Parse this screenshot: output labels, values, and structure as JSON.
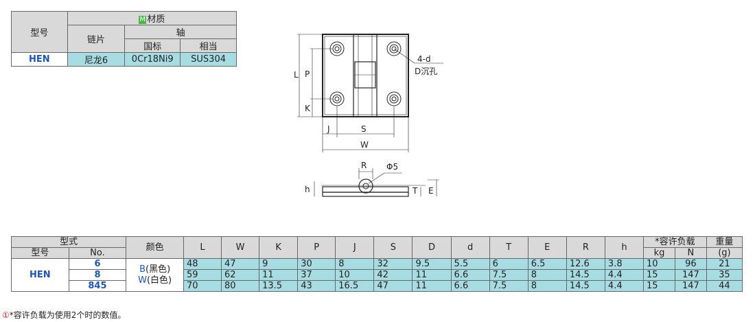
{
  "material_table": {
    "h_model": "型号",
    "h_material_badge": "M",
    "h_material": "材质",
    "h_link": "链片",
    "h_shaft": "轴",
    "h_gb": "国标",
    "h_equiv": "相当",
    "row": {
      "model": "HEN",
      "link": "尼龙6",
      "gb": "0Cr18Ni9",
      "equiv": "SUS304"
    }
  },
  "drawing": {
    "labels": {
      "L": "L",
      "P": "P",
      "K": "K",
      "J": "J",
      "S": "S",
      "W": "W",
      "hole_count": "4-d",
      "hole_desc": "D沉孔",
      "R": "R",
      "pin": "Φ5",
      "h": "h",
      "T": "T",
      "E": "E"
    }
  },
  "spec_table": {
    "h_type": "型式",
    "h_model": "型号",
    "h_no": "No.",
    "h_color": "颜色",
    "h_cols": [
      "L",
      "W",
      "K",
      "P",
      "J",
      "S",
      "D",
      "d",
      "T",
      "E",
      "R",
      "h"
    ],
    "h_load": "*容许负载",
    "h_kg": "kg",
    "h_n": "N",
    "h_weight": "重量",
    "h_g": "(g)",
    "model": "HEN",
    "color_b_code": "B",
    "color_b_text": "(黑色)",
    "color_w_code": "W",
    "color_w_text": "(白色)",
    "rows": [
      {
        "no": "6",
        "vals": [
          "48",
          "47",
          "9",
          "30",
          "8",
          "32",
          "9.5",
          "5.5",
          "6",
          "6.5",
          "12.6",
          "3.8"
        ],
        "kg": "10",
        "n": "96",
        "g": "21"
      },
      {
        "no": "8",
        "vals": [
          "59",
          "62",
          "11",
          "37",
          "10",
          "42",
          "11",
          "6.6",
          "7.5",
          "8",
          "14.5",
          "4.4"
        ],
        "kg": "15",
        "n": "147",
        "g": "35"
      },
      {
        "no": "845",
        "vals": [
          "70",
          "80",
          "13.5",
          "43",
          "16.5",
          "47",
          "11",
          "6.6",
          "7.5",
          "8",
          "14.5",
          "4.4"
        ],
        "kg": "15",
        "n": "147",
        "g": "44"
      }
    ]
  },
  "footnote": {
    "mark": "①",
    "text": "*容许负载为使用2个时的数值。"
  }
}
